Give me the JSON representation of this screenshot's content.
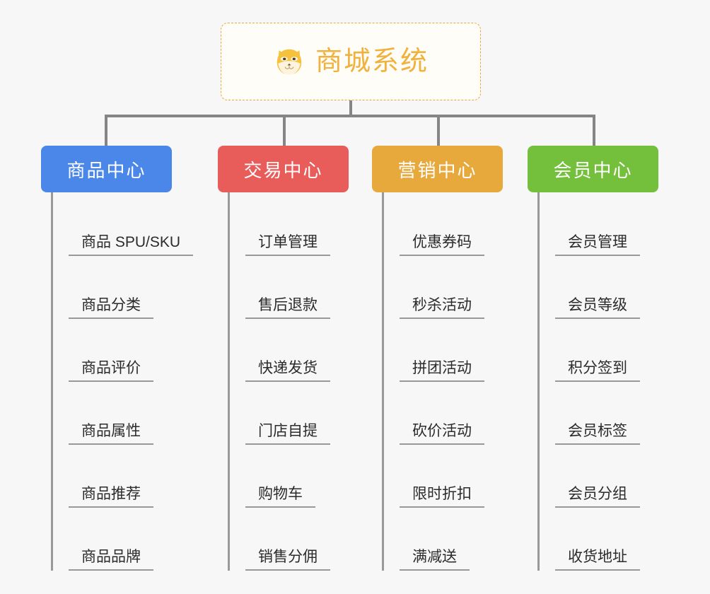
{
  "page": {
    "background_color": "#f7f7f7",
    "line_color": "#858585"
  },
  "root": {
    "title": "商城系统",
    "icon": "shiba-dog-icon",
    "border_color": "#e8a93c",
    "text_color": "#f0b23c"
  },
  "branches": [
    {
      "label": "商品中心",
      "color": "#4a87e8",
      "items": [
        "商品 SPU/SKU",
        "商品分类",
        "商品评价",
        "商品属性",
        "商品推荐",
        "商品品牌"
      ]
    },
    {
      "label": "交易中心",
      "color": "#e85d5a",
      "items": [
        "订单管理",
        "售后退款",
        "快递发货",
        "门店自提",
        "购物车",
        "销售分佣"
      ]
    },
    {
      "label": "营销中心",
      "color": "#e8a93c",
      "items": [
        "优惠券码",
        "秒杀活动",
        "拼团活动",
        "砍价活动",
        "限时折扣",
        "满减送"
      ]
    },
    {
      "label": "会员中心",
      "color": "#74c03c",
      "items": [
        "会员管理",
        "会员等级",
        "积分签到",
        "会员标签",
        "会员分组",
        "收货地址"
      ]
    }
  ]
}
